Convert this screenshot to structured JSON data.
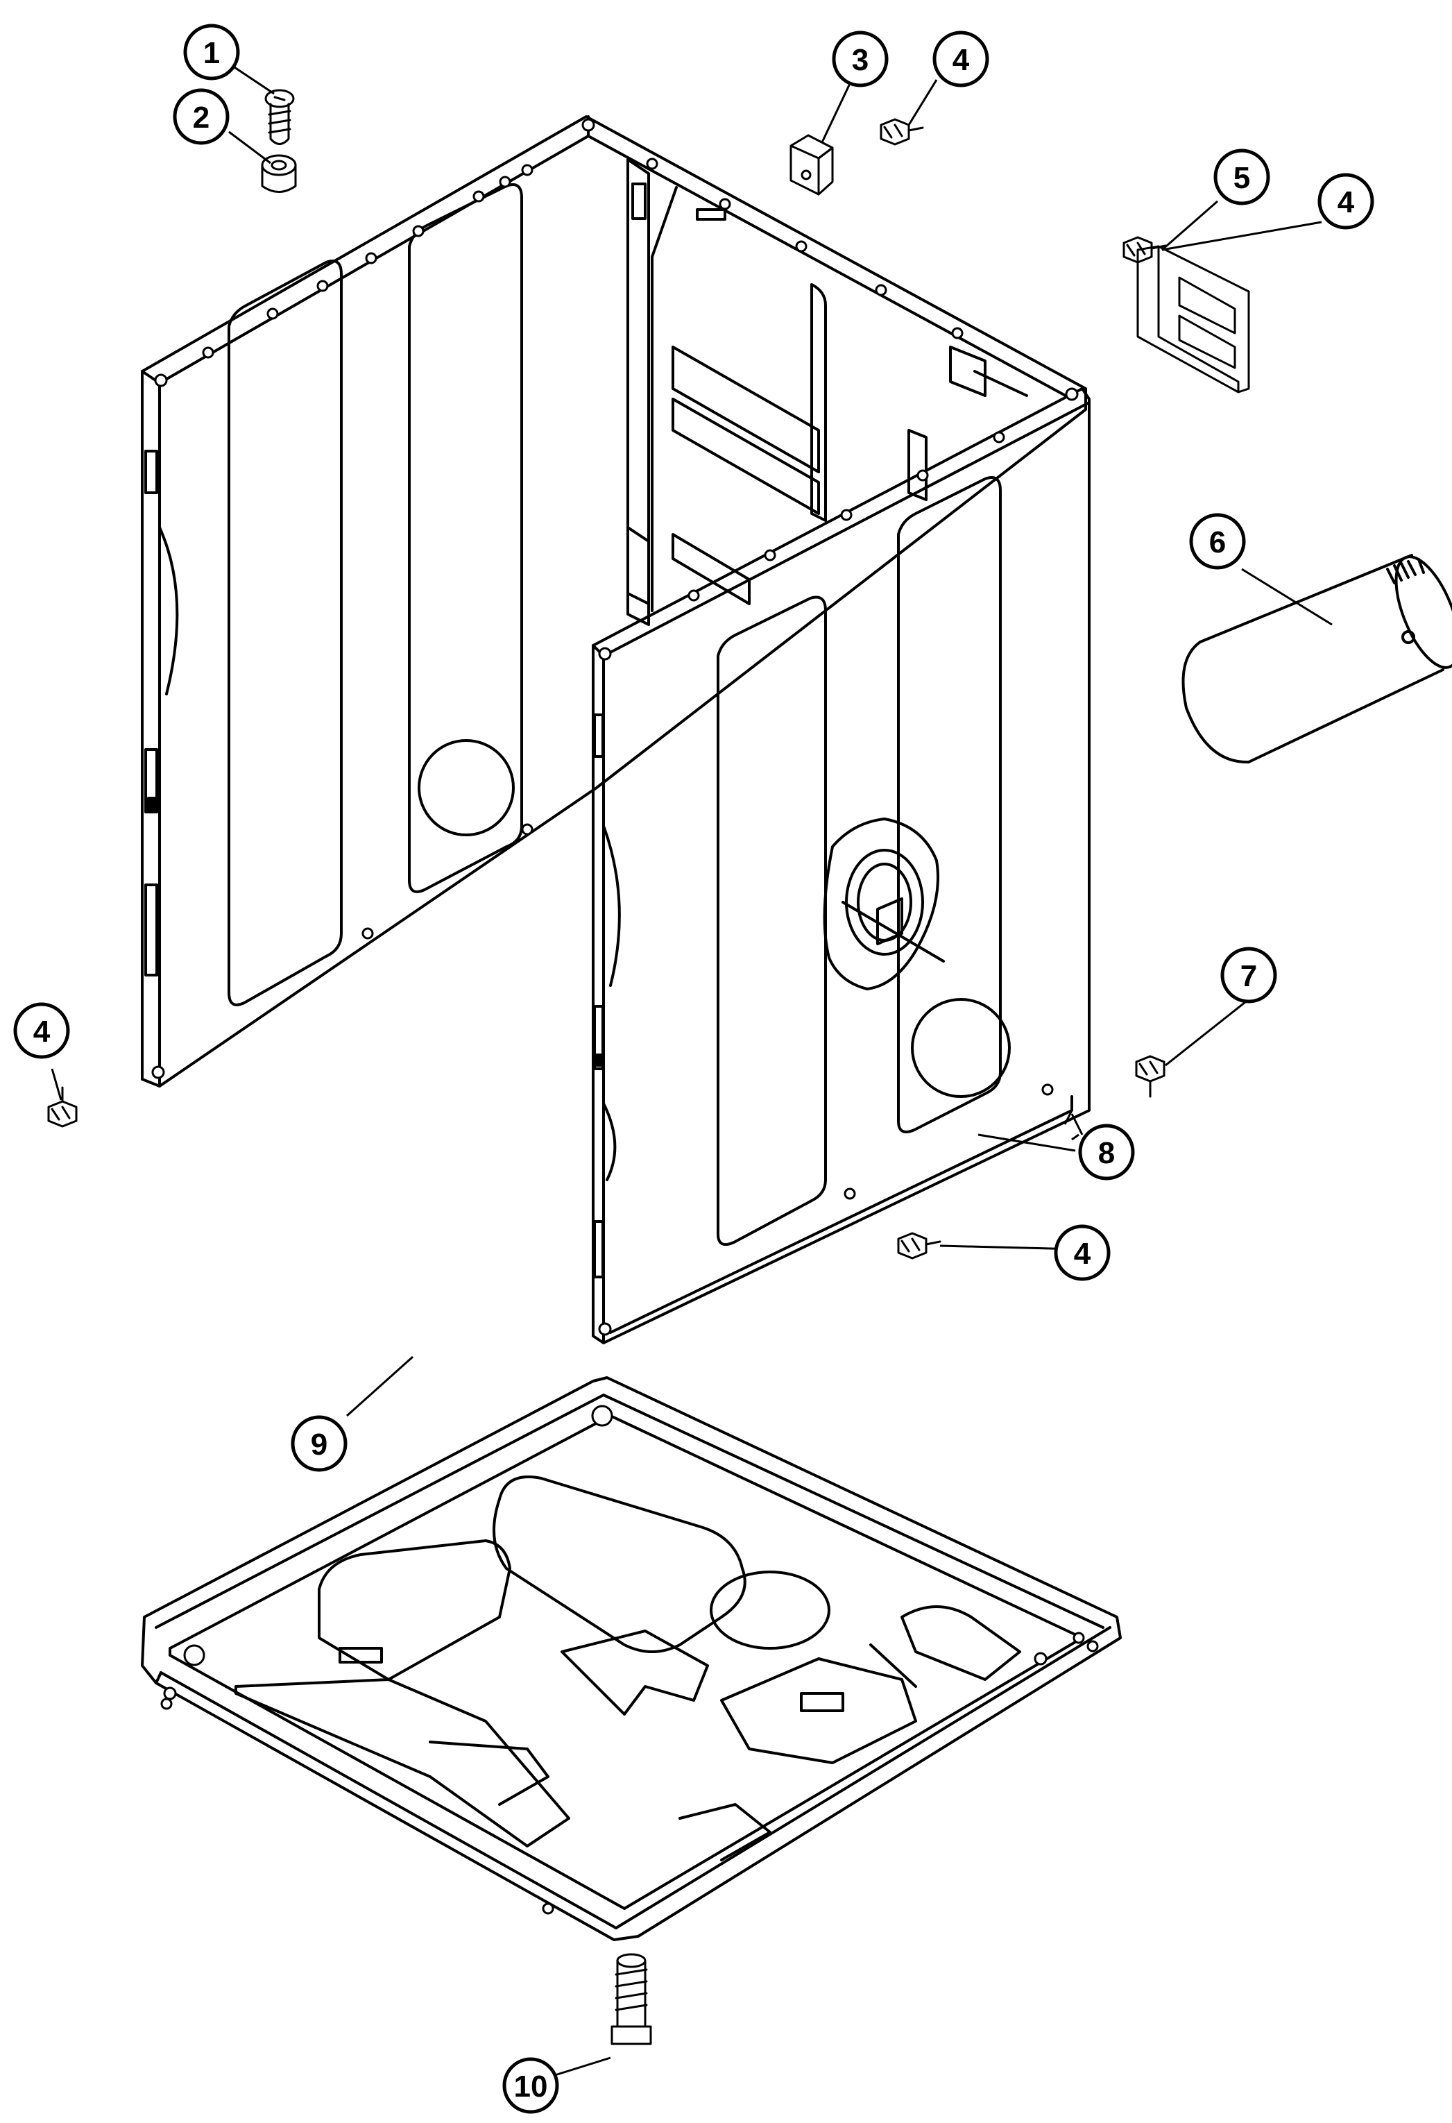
{
  "callouts": [
    {
      "id": "c1",
      "label": "1"
    },
    {
      "id": "c2",
      "label": "2"
    },
    {
      "id": "c3",
      "label": "3"
    },
    {
      "id": "c4a",
      "label": "4"
    },
    {
      "id": "c5",
      "label": "5"
    },
    {
      "id": "c4b",
      "label": "4"
    },
    {
      "id": "c6",
      "label": "6"
    },
    {
      "id": "c4c",
      "label": "4"
    },
    {
      "id": "c7",
      "label": "7"
    },
    {
      "id": "c8",
      "label": "8"
    },
    {
      "id": "c4d",
      "label": "4"
    },
    {
      "id": "c9",
      "label": "9"
    },
    {
      "id": "c10",
      "label": "10"
    }
  ]
}
